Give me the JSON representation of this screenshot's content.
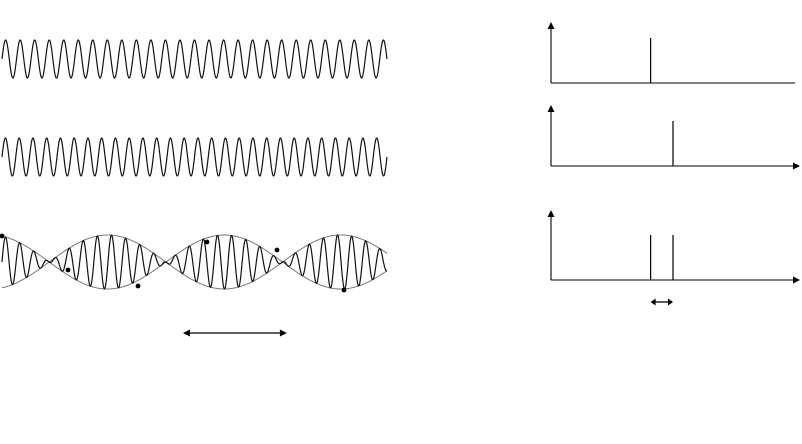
{
  "signals": {
    "wave_1": {
      "cycles": 26.5,
      "amplitude": 1
    },
    "wave_2": {
      "cycles": 28.0,
      "amplitude": 1
    },
    "beat_envelope_cycles": 3.3
  },
  "spectra": {
    "f1": 0.4,
    "f2": 0.49
  },
  "beat_period_arrow": {
    "from": 0.47,
    "to": 0.74
  },
  "frequency_gap_arrow": {
    "from": 0.4,
    "to": 0.49
  },
  "colors": {
    "waveform": "#111111",
    "envelope": "#777777",
    "axes": "#000000"
  }
}
